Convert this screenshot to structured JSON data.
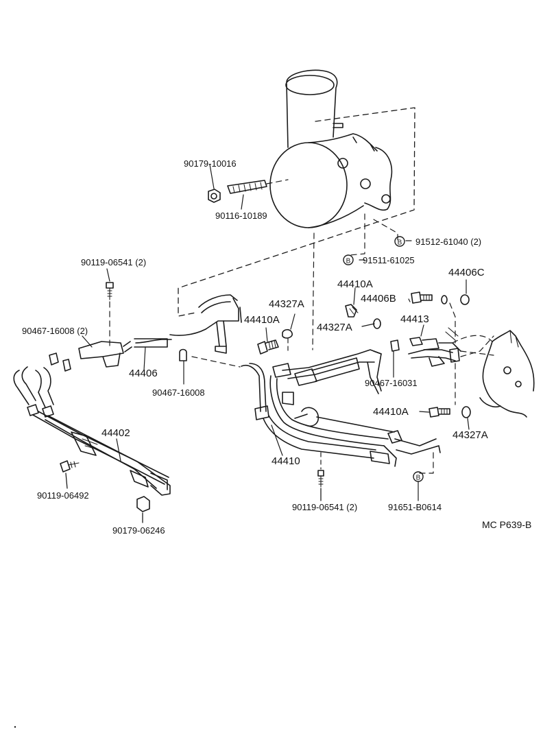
{
  "diagram": {
    "reference": "MC P639-B",
    "part_labels": [
      "90179-10016",
      "90116-10189",
      "91512-61040 (2)",
      "91511-61025",
      "90119-06541 (2)",
      "44406C",
      "44410A",
      "44406B",
      "44327A",
      "44410A",
      "44327A",
      "44413",
      "90467-16008 (2)",
      "44406",
      "90467-16008",
      "90467-16031",
      "44410A",
      "44327A",
      "44402",
      "44410",
      "90119-06492",
      "90179-06246",
      "90119-06541 (2)",
      "91651-B0614"
    ],
    "bolt_marker_letter": "B"
  }
}
